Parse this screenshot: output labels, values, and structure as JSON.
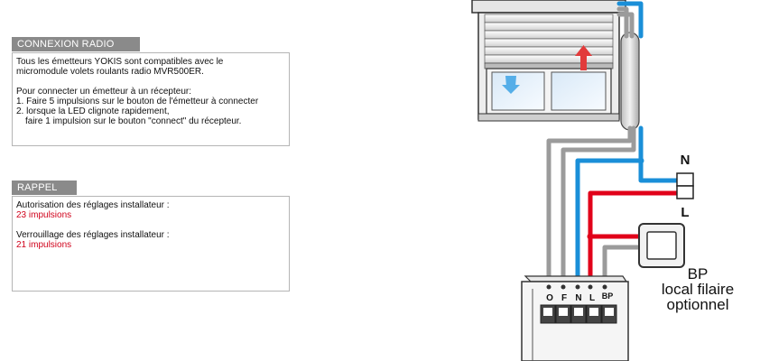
{
  "connexion": {
    "header": "CONNEXION RADIO",
    "line1": "Tous les émetteurs YOKIS sont compatibles avec le",
    "line2": "micromodule volets roulants radio MVR500ER.",
    "line3": "Pour connecter un émetteur à un récepteur:",
    "line4": "1. Faire 5 impulsions sur le bouton de l'émetteur à connecter",
    "line5": "2. lorsque la LED clignote rapidement,",
    "line6": "faire 1 impulsion sur le bouton \"connect\" du récepteur."
  },
  "rappel": {
    "header": "RAPPEL",
    "item1_label": "Autorisation des réglages installateur :",
    "item1_value": "23 impulsions",
    "item2_label": "Verrouillage des réglages installateur :",
    "item2_value": "21 impulsions"
  },
  "diagram": {
    "terminal_labels": [
      "O",
      "F",
      "N",
      "L",
      "BP"
    ],
    "neutral_label": "N",
    "live_label": "L",
    "bp_title": "BP",
    "bp_line2": "local filaire",
    "bp_line3": "optionnel"
  },
  "colors": {
    "neutral_wire": "#1a8fd8",
    "live_wire": "#e1001a",
    "other_wire": "#9b9b9b",
    "panel_header": "#8a8a8a",
    "highlight_text": "#d0021b"
  }
}
